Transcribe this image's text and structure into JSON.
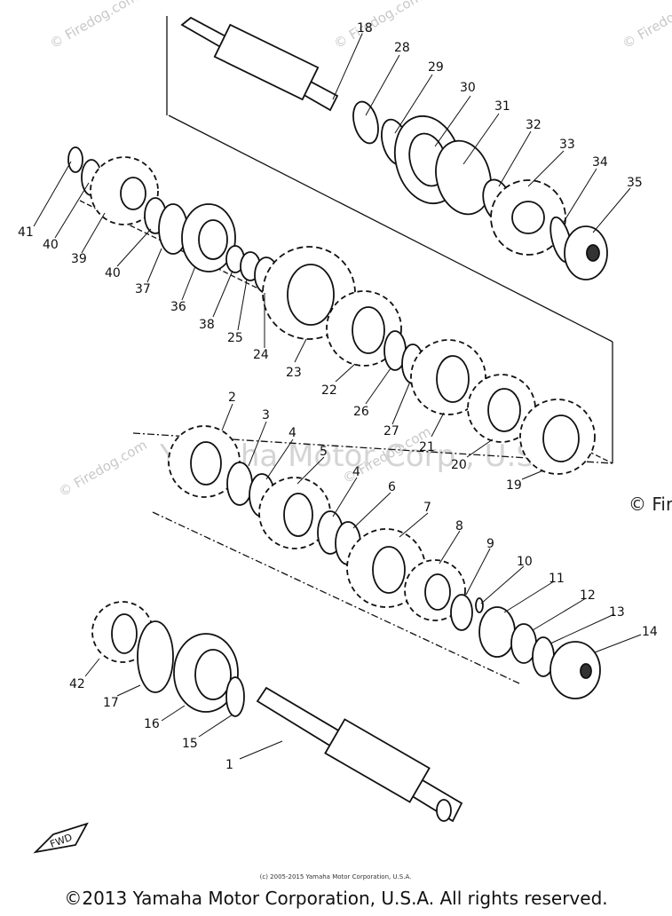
{
  "watermarks": {
    "firedog": "© Firedog.com",
    "firedog_short": "© Fire",
    "yamaha_center": "Yamaha Motor Corp., U.S.A."
  },
  "fine_print": "(c) 2005-2015 Yamaha Motor Corporation, U.S.A.",
  "fwd_badge": "FWD",
  "copyright": "©2013 Yamaha Motor Corporation, U.S.A. All rights reserved.",
  "part_labels": {
    "p1": "1",
    "p2": "2",
    "p3": "3",
    "p4a": "4",
    "p4b": "4",
    "p5": "5",
    "p6": "6",
    "p7": "7",
    "p8": "8",
    "p9": "9",
    "p10": "10",
    "p11": "11",
    "p12": "12",
    "p13": "13",
    "p14": "14",
    "p15": "15",
    "p16": "16",
    "p17": "17",
    "p18": "18",
    "p19": "19",
    "p20": "20",
    "p21": "21",
    "p22": "22",
    "p23": "23",
    "p24": "24",
    "p25": "25",
    "p26": "26",
    "p27": "27",
    "p28": "28",
    "p29": "29",
    "p30": "30",
    "p31": "31",
    "p32": "32",
    "p33": "33",
    "p34": "34",
    "p35": "35",
    "p36": "36",
    "p37": "37",
    "p38": "38",
    "p39": "39",
    "p40a": "40",
    "p40b": "40",
    "p41": "41",
    "p42": "42"
  }
}
